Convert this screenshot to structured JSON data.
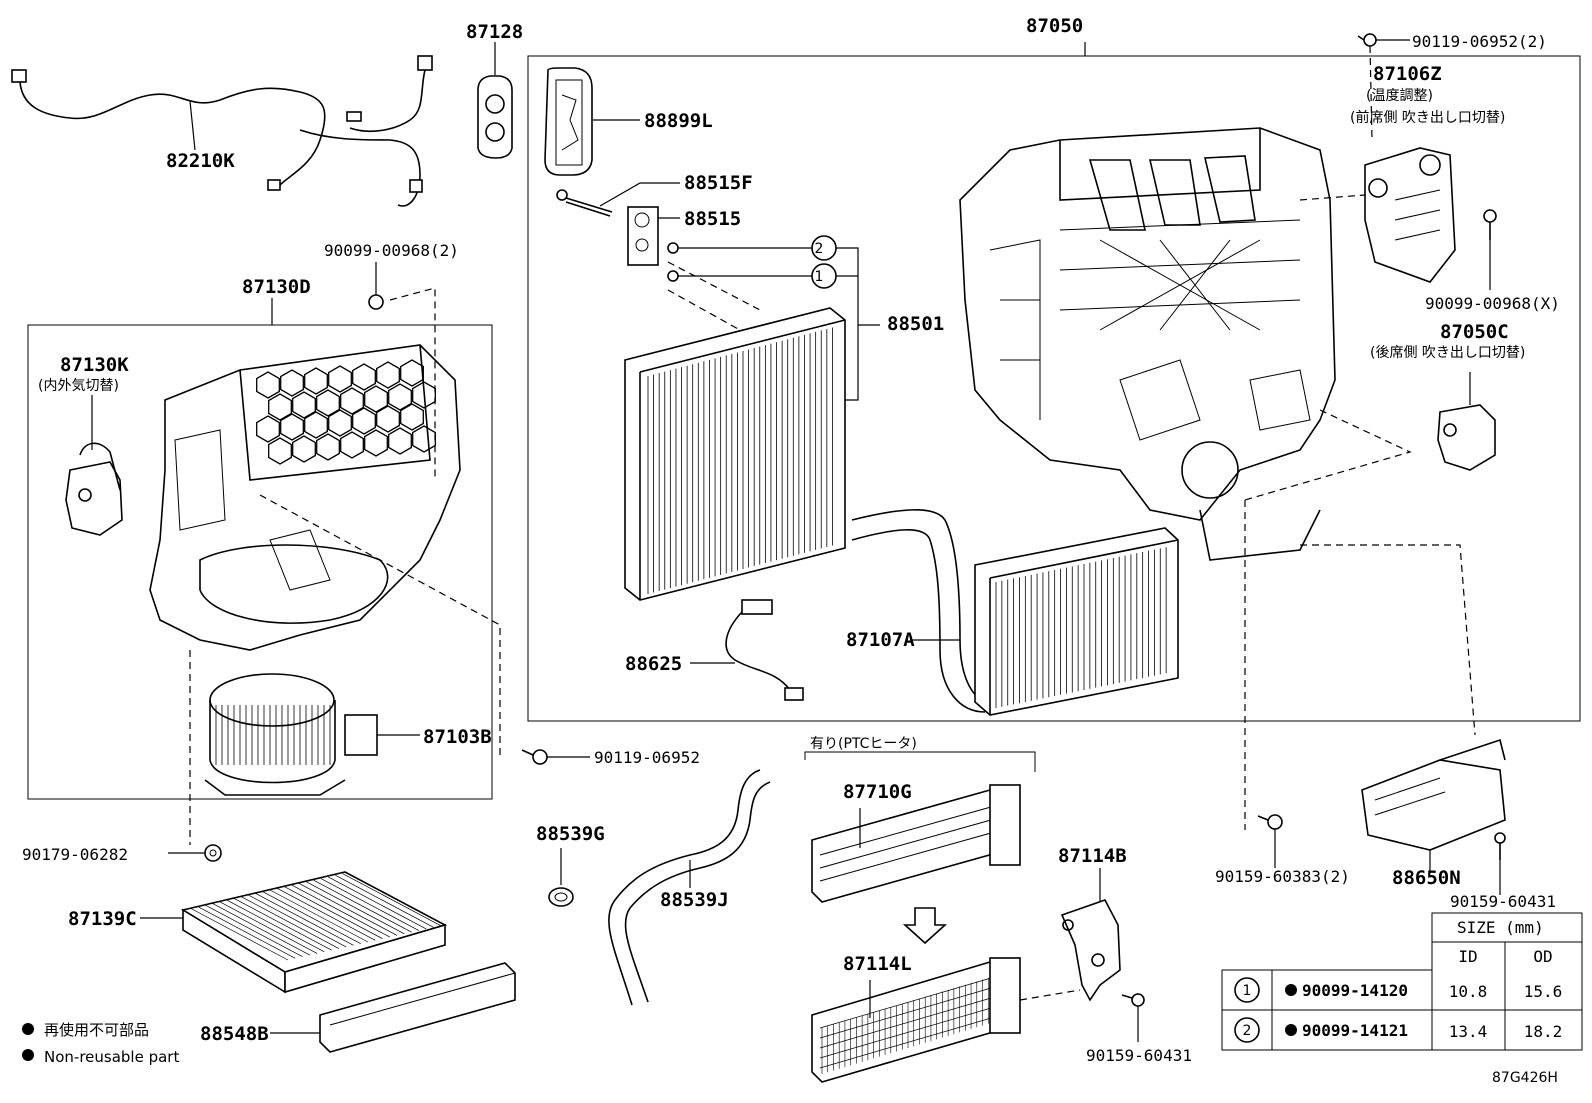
{
  "parts": {
    "p87128": "87128",
    "p87050": "87050",
    "p90119_2": "90119-06952(2)",
    "p82210K": "82210K",
    "p88899L": "88899L",
    "p88515F": "88515F",
    "p88515": "88515",
    "p87106Z": "87106Z",
    "p87106Z_desc1": "(温度調整)",
    "p87106Z_desc2": "(前席側 吹き出し口切替)",
    "p90099_2": "90099-00968(2)",
    "p87130D": "87130D",
    "p88501": "88501",
    "p90099_X": "90099-00968(X)",
    "p87130K": "87130K",
    "p87130K_desc": "(内外気切替)",
    "p87050C": "87050C",
    "p87050C_desc": "(後席側 吹き出し口切替)",
    "p87107A": "87107A",
    "p88625": "88625",
    "p87103B": "87103B",
    "p90119": "90119-06952",
    "ptc_note": "有り(PTCヒータ)",
    "p87710G": "87710G",
    "p88539G": "88539G",
    "p88539J": "88539J",
    "p87114B": "87114B",
    "p90159_2": "90159-60383(2)",
    "p88650N": "88650N",
    "p90179": "90179-06282",
    "p90159_a": "90159-60431",
    "p87139C": "87139C",
    "p87114L": "87114L",
    "p88548B": "88548B",
    "p90159_b": "90159-60431",
    "circle1": "1",
    "circle2": "2",
    "code": "87G426H"
  },
  "legend": {
    "line1": "再使用不可部品",
    "line2": "Non-reusable part"
  },
  "size_table": {
    "header": "SIZE (mm)",
    "col_id": "ID",
    "col_od": "OD",
    "rows": [
      {
        "no": "1",
        "part": "90099-14120",
        "id": "10.8",
        "od": "15.6"
      },
      {
        "no": "2",
        "part": "90099-14121",
        "id": "13.4",
        "od": "18.2"
      }
    ]
  }
}
